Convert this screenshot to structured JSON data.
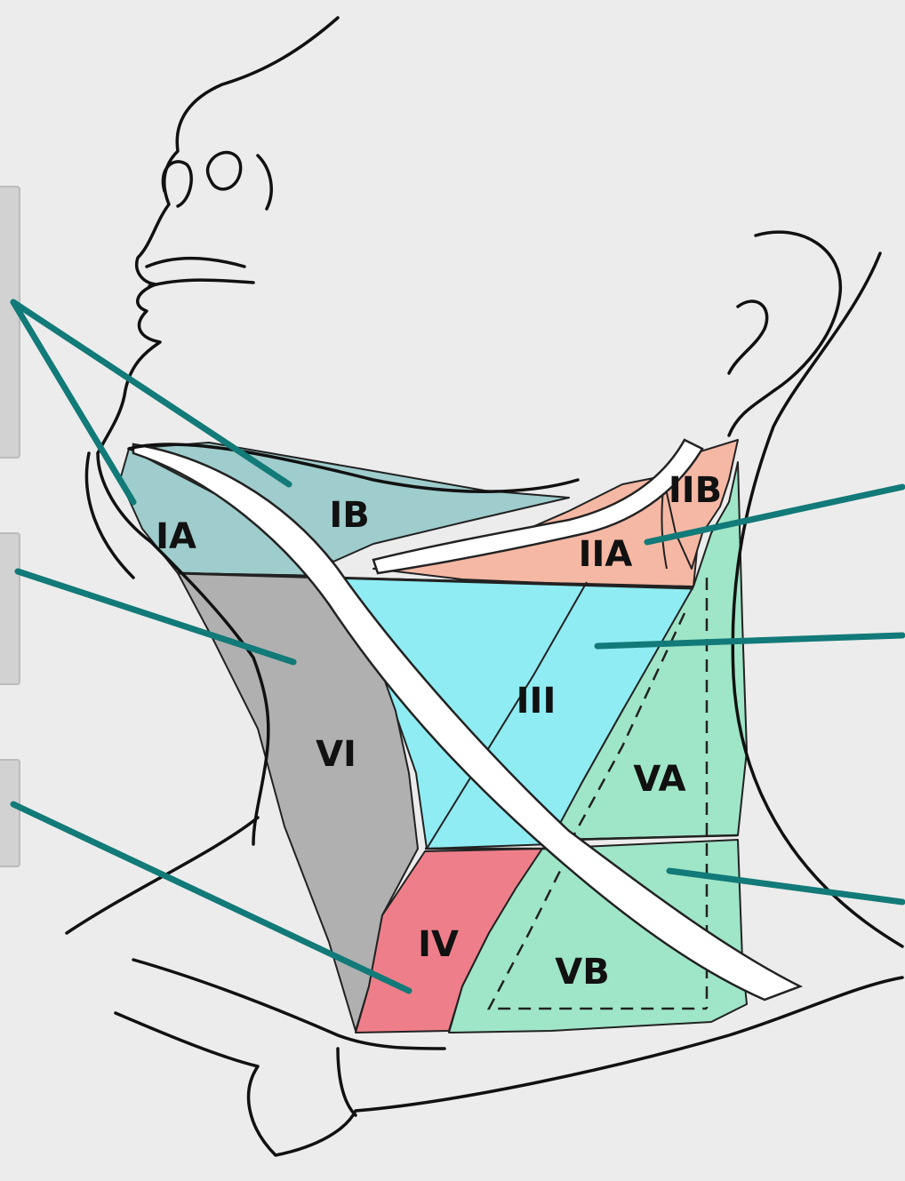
{
  "diagram": {
    "zones": [
      {
        "id": "IA",
        "label": "IA",
        "color": "#9fcccc"
      },
      {
        "id": "IB",
        "label": "IB",
        "color": "#9fcccc"
      },
      {
        "id": "IIA",
        "label": "IIA",
        "color": "#f5b8a4"
      },
      {
        "id": "IIB",
        "label": "IIB",
        "color": "#f5b8a4"
      },
      {
        "id": "III",
        "label": "III",
        "color": "#8fecf2"
      },
      {
        "id": "IV",
        "label": "IV",
        "color": "#ee7f8a"
      },
      {
        "id": "VA",
        "label": "VA",
        "color": "#9fe6c8"
      },
      {
        "id": "VB",
        "label": "VB",
        "color": "#9fe6c8"
      },
      {
        "id": "VI",
        "label": "VI",
        "color": "#b0b0b0"
      }
    ],
    "colors": {
      "background": "#ececec",
      "leader": "#127a78",
      "outline": "#111111",
      "muscle": "#ffffff",
      "side_tab": "#d2d2d2"
    }
  }
}
